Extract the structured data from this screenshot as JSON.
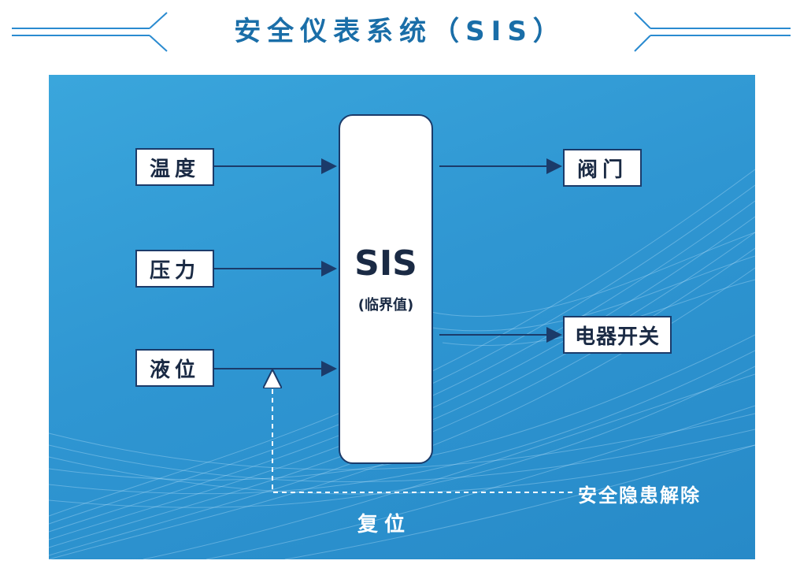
{
  "page": {
    "title": "安全仪表系统（SIS）"
  },
  "diagram": {
    "inputs": [
      {
        "id": "temperature",
        "label": "温度"
      },
      {
        "id": "pressure",
        "label": "压力"
      },
      {
        "id": "level",
        "label": "液位"
      }
    ],
    "center": {
      "label": "SIS",
      "sublabel": "(临界值)"
    },
    "outputs": [
      {
        "id": "valve",
        "label": "阀门"
      },
      {
        "id": "switch",
        "label": "电器开关"
      }
    ],
    "feedback": {
      "hazard_cleared_label": "安全隐患解除",
      "reset_label": "复位"
    }
  },
  "colors": {
    "title": "#1a6ea8",
    "panel_blue": "#2f96d2",
    "box_border": "#1b3b6a",
    "arrow": "#1b3b6a",
    "text_dark": "#1a2a44",
    "text_white": "#ffffff"
  }
}
